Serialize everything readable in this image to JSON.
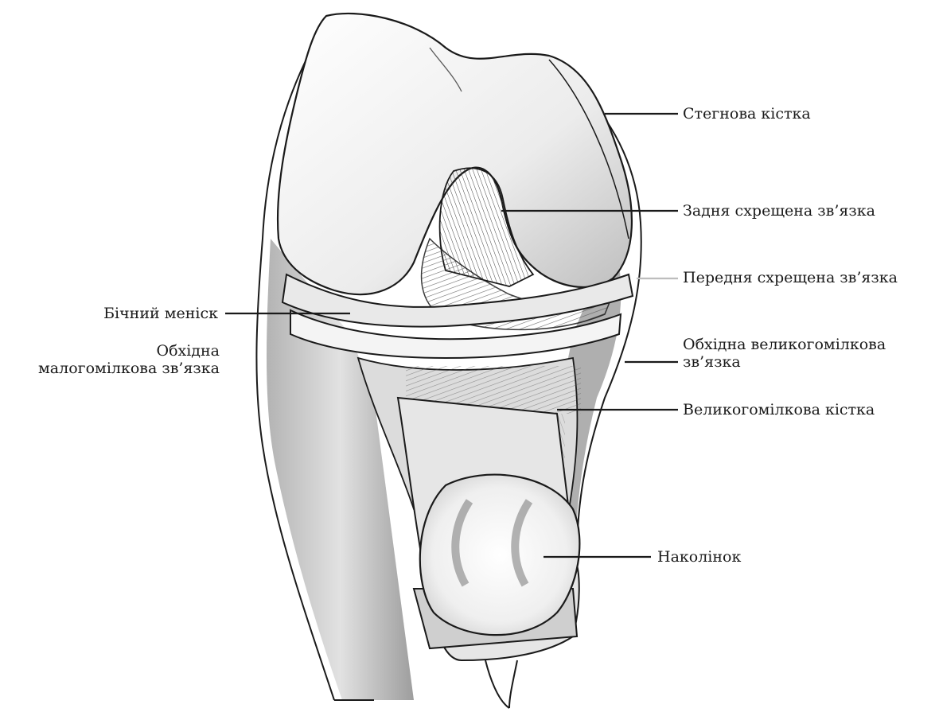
{
  "labels": {
    "femur": "Стегнова кістка",
    "posterior_cruciate": "Задня схрещена зв’язка",
    "anterior_cruciate": "Передня схрещена зв’язка",
    "lateral_meniscus": "Бічний меніск",
    "fibular_collateral_line1": "Обхідна",
    "fibular_collateral_line2": "малогомілкова зв’язка",
    "tibial_collateral_line1": "Обхідна великогомілкова",
    "tibial_collateral_line2": "зв’язка",
    "tibia": "Великогомілкова кістка",
    "patella": "Наколінок"
  },
  "colors": {
    "ink": "#1a1a1a",
    "bone_light": "#f2f2f2",
    "shade": "#8a8a8a",
    "leader_gray": "#bdbdbd"
  }
}
